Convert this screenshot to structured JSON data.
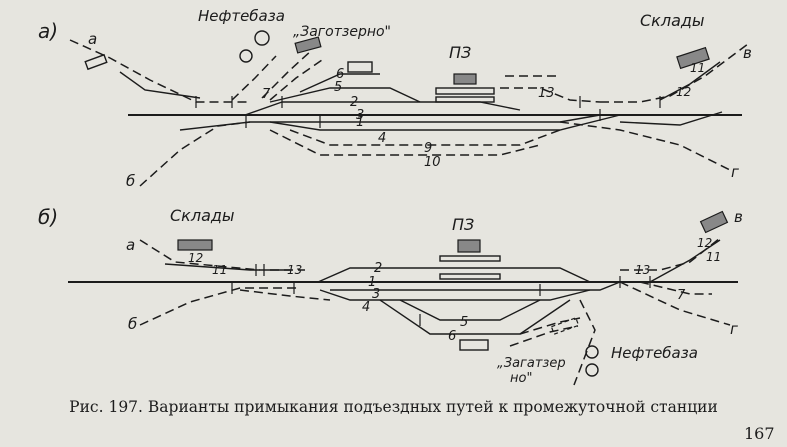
{
  "panel_a": {
    "label": "а)",
    "neftebaza": "Нефтебаза",
    "zagotzerno": "„Заготзерно\"",
    "sklady": "Склады",
    "pz": "ПЗ",
    "branches": {
      "a": "а",
      "b": "б",
      "v": "в",
      "g": "г"
    },
    "tracks": [
      "1",
      "2",
      "3",
      "4",
      "5",
      "6",
      "7",
      "9",
      "10",
      "11",
      "12",
      "13"
    ]
  },
  "panel_b": {
    "label": "б)",
    "sklady": "Склады",
    "pz": "ПЗ",
    "zagotzerno_1": "„Загатзер",
    "zagotzerno_2": "но\"",
    "neftebaza": "Нефтебаза",
    "branches": {
      "a": "а",
      "b": "б",
      "v": "в",
      "g": "г"
    },
    "tracks": [
      "1",
      "2",
      "3",
      "4",
      "5",
      "6",
      "7",
      "11",
      "12",
      "13",
      "13",
      "11",
      "12"
    ]
  },
  "caption": "Рис. 197. Варианты примыкания подъездных путей к промежуточной станции",
  "page_number": "167"
}
